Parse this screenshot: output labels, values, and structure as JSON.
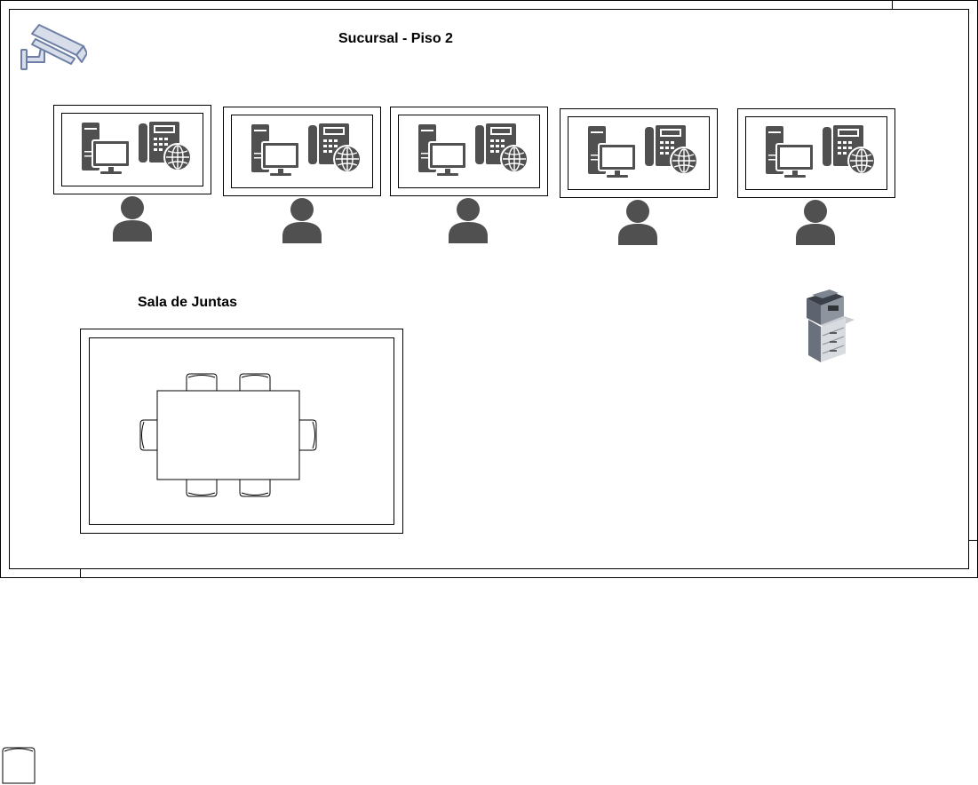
{
  "diagram": {
    "floor_title": "Sucursal - Piso 2",
    "meeting_room_title": "Sala de Juntas",
    "workstation_count": 5,
    "icons": {
      "camera": "security-camera-icon",
      "computer": "desktop-computer-icon",
      "phone": "ip-phone-icon",
      "user": "user-icon",
      "printer": "copier-printer-icon",
      "table": "meeting-table-icon",
      "chair": "chair-icon"
    },
    "colors": {
      "icon_gray": "#505050",
      "camera_fill": "#d7dde9",
      "camera_stroke": "#6d7fa6",
      "line": "#000000"
    }
  }
}
